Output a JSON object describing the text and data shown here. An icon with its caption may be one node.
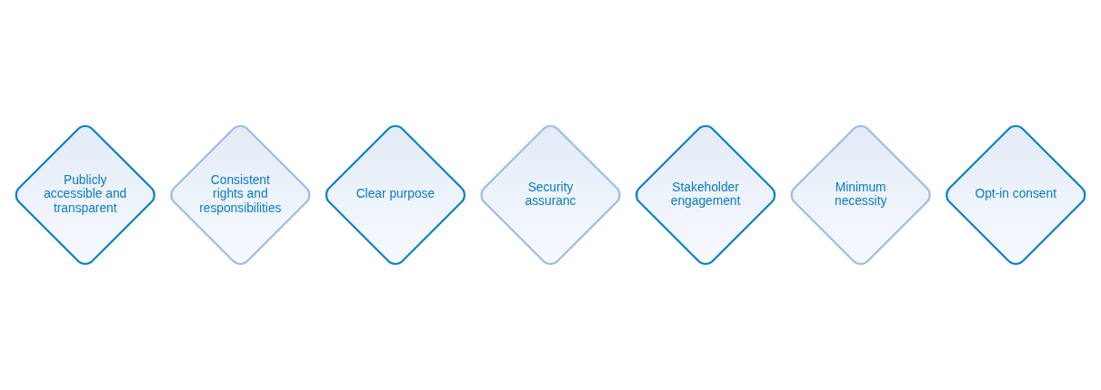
{
  "diagram": {
    "nodes": [
      {
        "text": [
          "Publicly accessible and transparent"
        ]
      },
      {
        "text": [
          "Consistent rights and responsibilities"
        ]
      },
      {
        "text": [
          "Clear purpose"
        ]
      },
      {
        "text": [
          "Security assuranc"
        ]
      },
      {
        "text": [
          "Stakeholder engagement"
        ]
      },
      {
        "text": [
          "Minimum necessity"
        ]
      },
      {
        "text": [
          "Opt-in consent"
        ]
      }
    ]
  }
}
